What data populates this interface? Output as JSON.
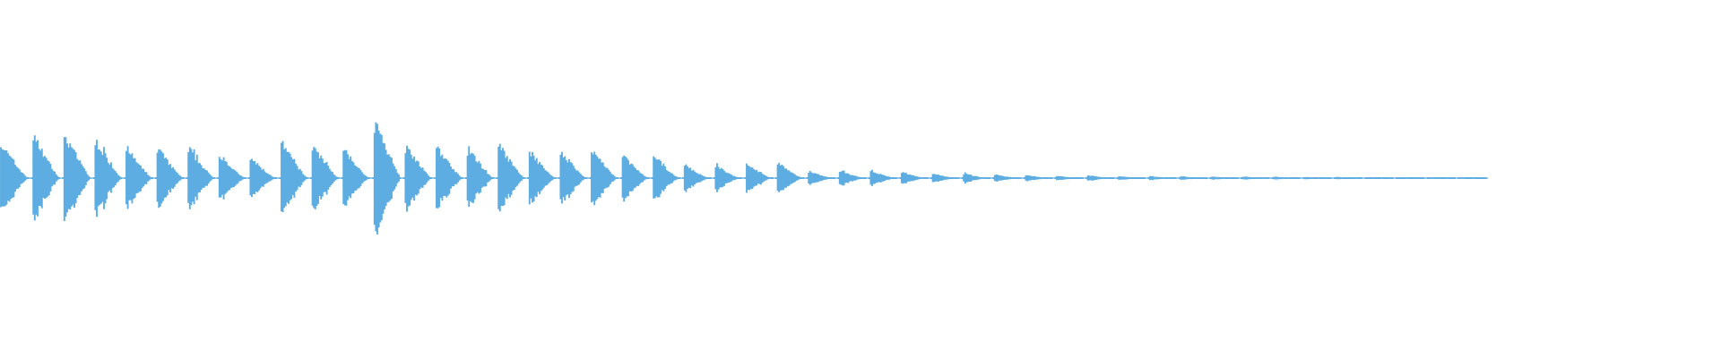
{
  "chart_data": {
    "type": "area",
    "description_kind": "audio-waveform",
    "color": "#5DADE2",
    "background": "#FFFFFF",
    "grid": false,
    "axes_visible": false,
    "ylim": [
      -1,
      1
    ],
    "burst_peak_amplitudes": [
      0.2,
      0.26,
      0.27,
      0.24,
      0.19,
      0.19,
      0.19,
      0.15,
      0.13,
      0.22,
      0.21,
      0.18,
      0.34,
      0.21,
      0.2,
      0.19,
      0.21,
      0.17,
      0.17,
      0.18,
      0.15,
      0.145,
      0.085,
      0.08,
      0.095,
      0.1,
      0.045,
      0.05,
      0.05,
      0.04,
      0.03,
      0.03,
      0.023,
      0.02,
      0.015,
      0.018,
      0.013,
      0.013,
      0.012,
      0.01,
      0.01,
      0.01,
      0.008,
      0.008,
      0.005,
      0.005,
      0.005,
      0.003
    ]
  }
}
